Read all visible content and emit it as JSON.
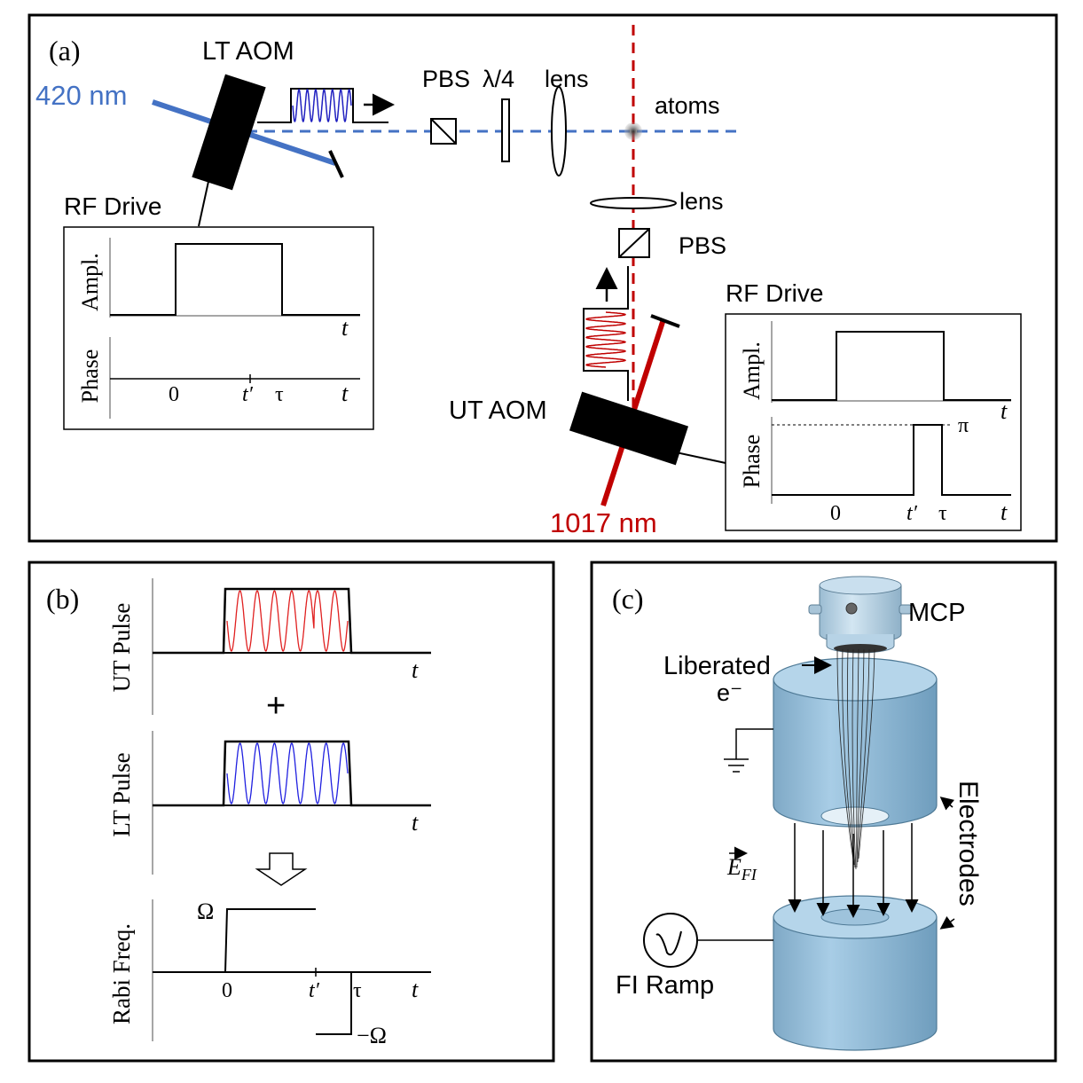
{
  "panel_a": {
    "label": "(a)",
    "lt_aom": "LT AOM",
    "wavelength_blue": "420 nm",
    "pbs_top": "PBS",
    "waveplate": "λ/4",
    "lens_top": "lens",
    "atoms": "atoms",
    "lens_side": "lens",
    "pbs_side": "PBS",
    "ut_aom": "UT AOM",
    "wavelength_red": "1017 nm",
    "rf_drive_left": {
      "title": "RF Drive",
      "ampl_label": "Ampl.",
      "phase_label": "Phase",
      "t1": "t",
      "t2": "t",
      "tick_0": "0",
      "tick_tprime": "t′",
      "tick_tau": "τ"
    },
    "rf_drive_right": {
      "title": "RF Drive",
      "ampl_label": "Ampl.",
      "phase_label": "Phase",
      "t1": "t",
      "t2": "t",
      "tick_0": "0",
      "tick_tprime": "t′",
      "tick_tau": "τ",
      "pi": "π"
    }
  },
  "panel_b": {
    "label": "(b)",
    "ut_pulse": "UT Pulse",
    "lt_pulse": "LT Pulse",
    "rabi": "Rabi Freq.",
    "plus": "+",
    "t1": "t",
    "t2": "t",
    "t3": "t",
    "omega_pos": "Ω",
    "omega_neg": "−Ω",
    "tick_0": "0",
    "tick_tprime": "t′",
    "tick_tau": "τ"
  },
  "panel_c": {
    "label": "(c)",
    "mcp": "MCP",
    "liberated": "Liberated",
    "electron": "e⁻",
    "electrodes": "Electrodes",
    "field": "E",
    "field_sub": "FI",
    "fi_ramp": "FI Ramp"
  },
  "colors": {
    "blue_beam": "#4472c4",
    "red_beam": "#c00000",
    "cylinder": "#9ec6e0",
    "cylinder_dark": "#6d9fc0"
  }
}
